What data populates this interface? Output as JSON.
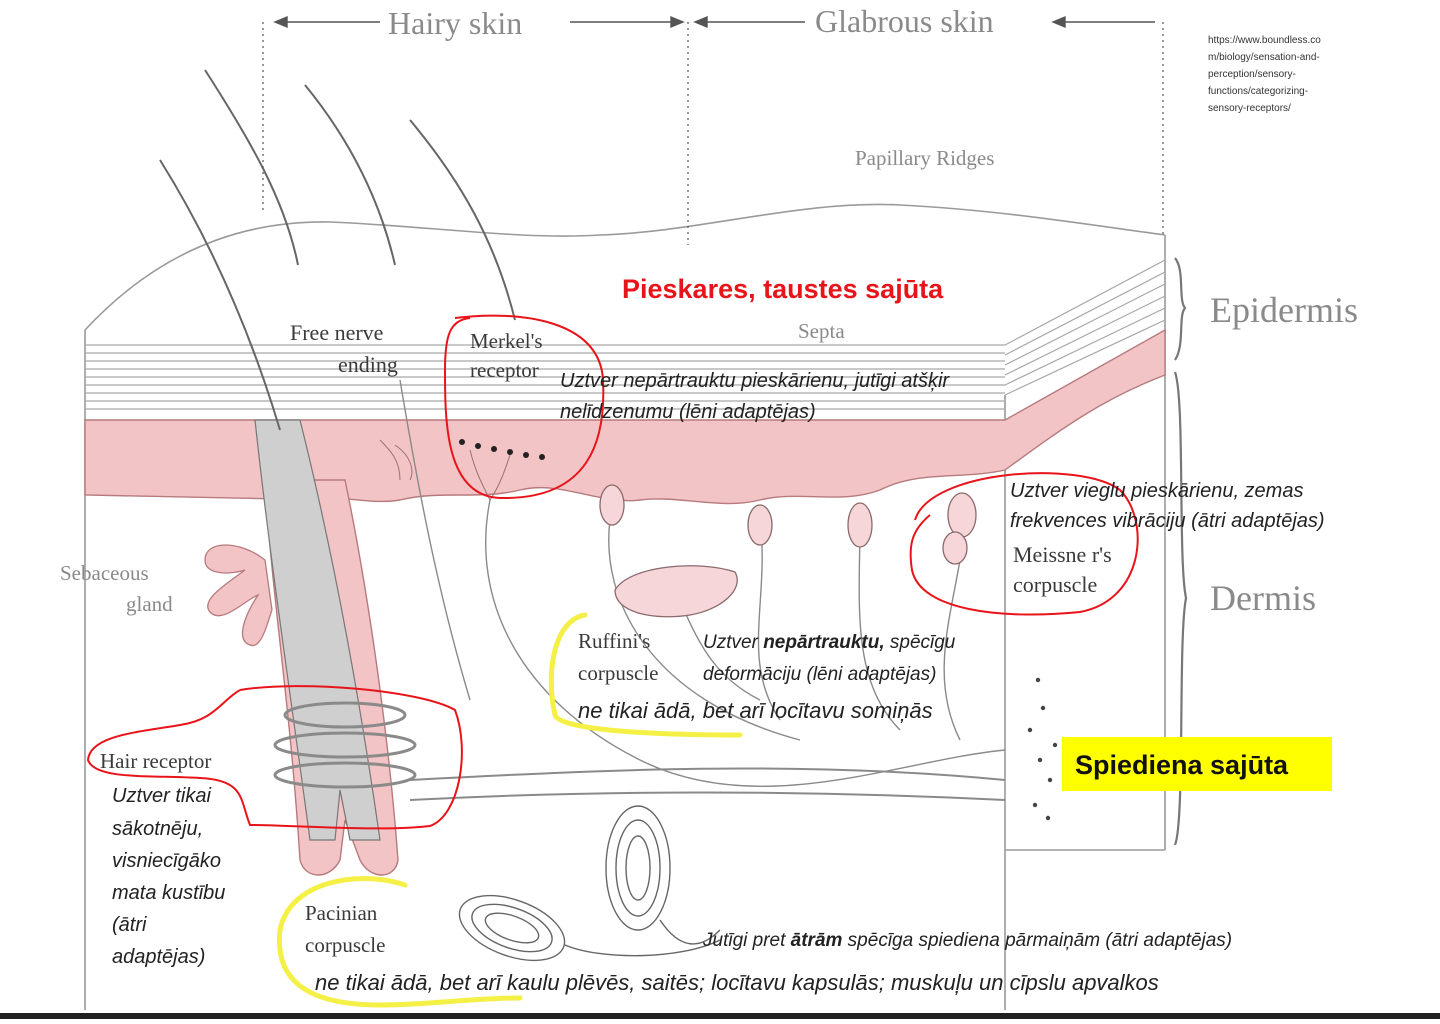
{
  "header": {
    "hairy_skin": "Hairy skin",
    "glabrous_skin": "Glabrous skin",
    "source_url": [
      "https://www.boundless.co",
      "m/biology/sensation-and-",
      "perception/sensory-",
      "functions/categorizing-",
      "sensory-receptors/"
    ]
  },
  "layers": {
    "papillary_ridges": "Papillary Ridges",
    "epidermis": "Epidermis",
    "dermis": "Dermis",
    "septa": "Septa"
  },
  "structures": {
    "free_nerve": [
      "Free nerve",
      "ending"
    ],
    "merkel": [
      "Merkel's",
      "receptor"
    ],
    "sebaceous": [
      "Sebaceous",
      "gland"
    ],
    "meissner": [
      "Meissne r's",
      "corpuscle"
    ],
    "ruffini": [
      "Ruffini's",
      "corpuscle"
    ],
    "hair_receptor": "Hair receptor",
    "pacinian": [
      "Pacinian",
      "corpuscle"
    ]
  },
  "annotations": {
    "touch_title": "Pieskares, taustes sajūta",
    "merkel_desc": [
      "Uztver nepārtrauktu pieskārienu, jutīgi atšķir",
      "nelīdzenumu (lēni adaptējas)"
    ],
    "meissner_desc": [
      "Uztver vieglu pieskārienu, zemas",
      "frekvences vibrāciju (ātri adaptējas)"
    ],
    "ruffini_desc_pre": "Uztver ",
    "ruffini_desc_bold": "nepārtrauktu,",
    "ruffini_desc_post": " spēcīgu",
    "ruffini_desc_line2": "deformāciju (lēni adaptējas)",
    "ruffini_extra": "ne tikai ādā, bet arī locītavu somiņās",
    "pressure_label": "Spiediena sajūta",
    "hair_desc": [
      "Uztver tikai",
      "sākotnēju,",
      "visniecīgāko",
      "mata kustību",
      "(ātri",
      "adaptējas)"
    ],
    "pacinian_desc_pre": "Jutīgi pret ",
    "pacinian_desc_bold": "ātrām",
    "pacinian_desc_post": " spēcīga spiediena pārmaiņām (ātri adaptējas)",
    "pacinian_extra": "ne tikai ādā, bet arī kaulu plēvēs, saitēs; locītavu kapsulās; muskuļu un cīpslu apvalkos"
  },
  "colors": {
    "dermis_pink": "#f2c4c6",
    "annotation_red": "#e8141a",
    "highlight_yellow": "#f4f046",
    "pressure_box": "#ffff00"
  }
}
